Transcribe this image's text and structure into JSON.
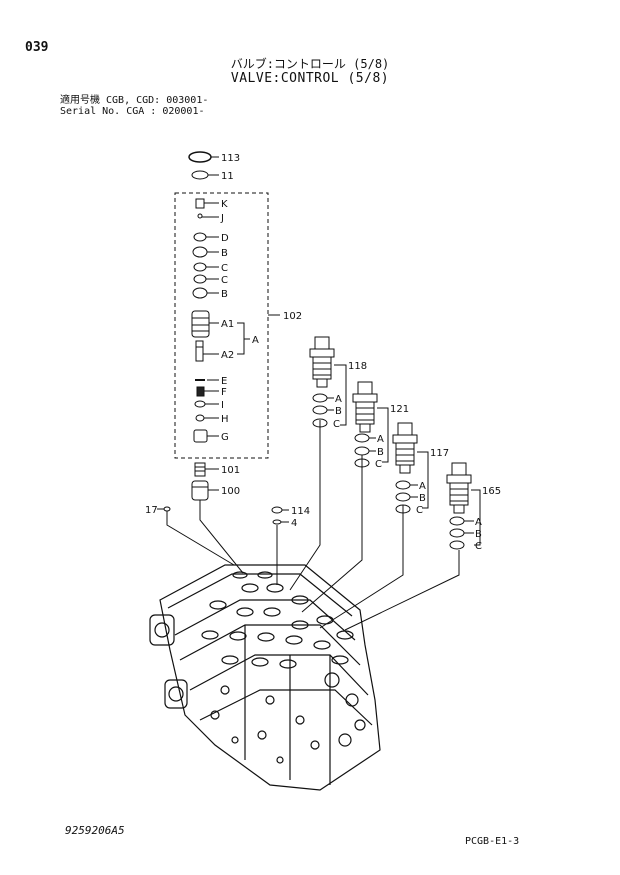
{
  "header": {
    "page_number": "039",
    "title_jp": "バルブ:コントロール (5/8)",
    "title_en": "VALVE:CONTROL (5/8)",
    "serial_line1": "適用号機 CGB, CGD: 003001-",
    "serial_line2": "Serial No. CGA     : 020001-"
  },
  "footer": {
    "figure_id": "9259206A5",
    "doc_ref": "PCGB-E1-3"
  },
  "callouts": {
    "p113": "113",
    "p11": "11",
    "K": "K",
    "J": "J",
    "D": "D",
    "B1": "B",
    "C1": "C",
    "C2": "C",
    "B2": "B",
    "A1": "A1",
    "A2": "A2",
    "A": "A",
    "E": "E",
    "F": "F",
    "I": "I",
    "H": "H",
    "G": "G",
    "p102": "102",
    "p101": "101",
    "p100": "100",
    "p17": "17",
    "p114": "114",
    "p4": "4",
    "p118": "118",
    "p118A": "A",
    "p118B": "B",
    "p118C": "C",
    "p121": "121",
    "p121A": "A",
    "p121B": "B",
    "p121C": "C",
    "p117": "117",
    "p117A": "A",
    "p117B": "B",
    "p117C": "C",
    "p165": "165",
    "p165A": "A",
    "p165B": "B",
    "p165C": "C"
  }
}
